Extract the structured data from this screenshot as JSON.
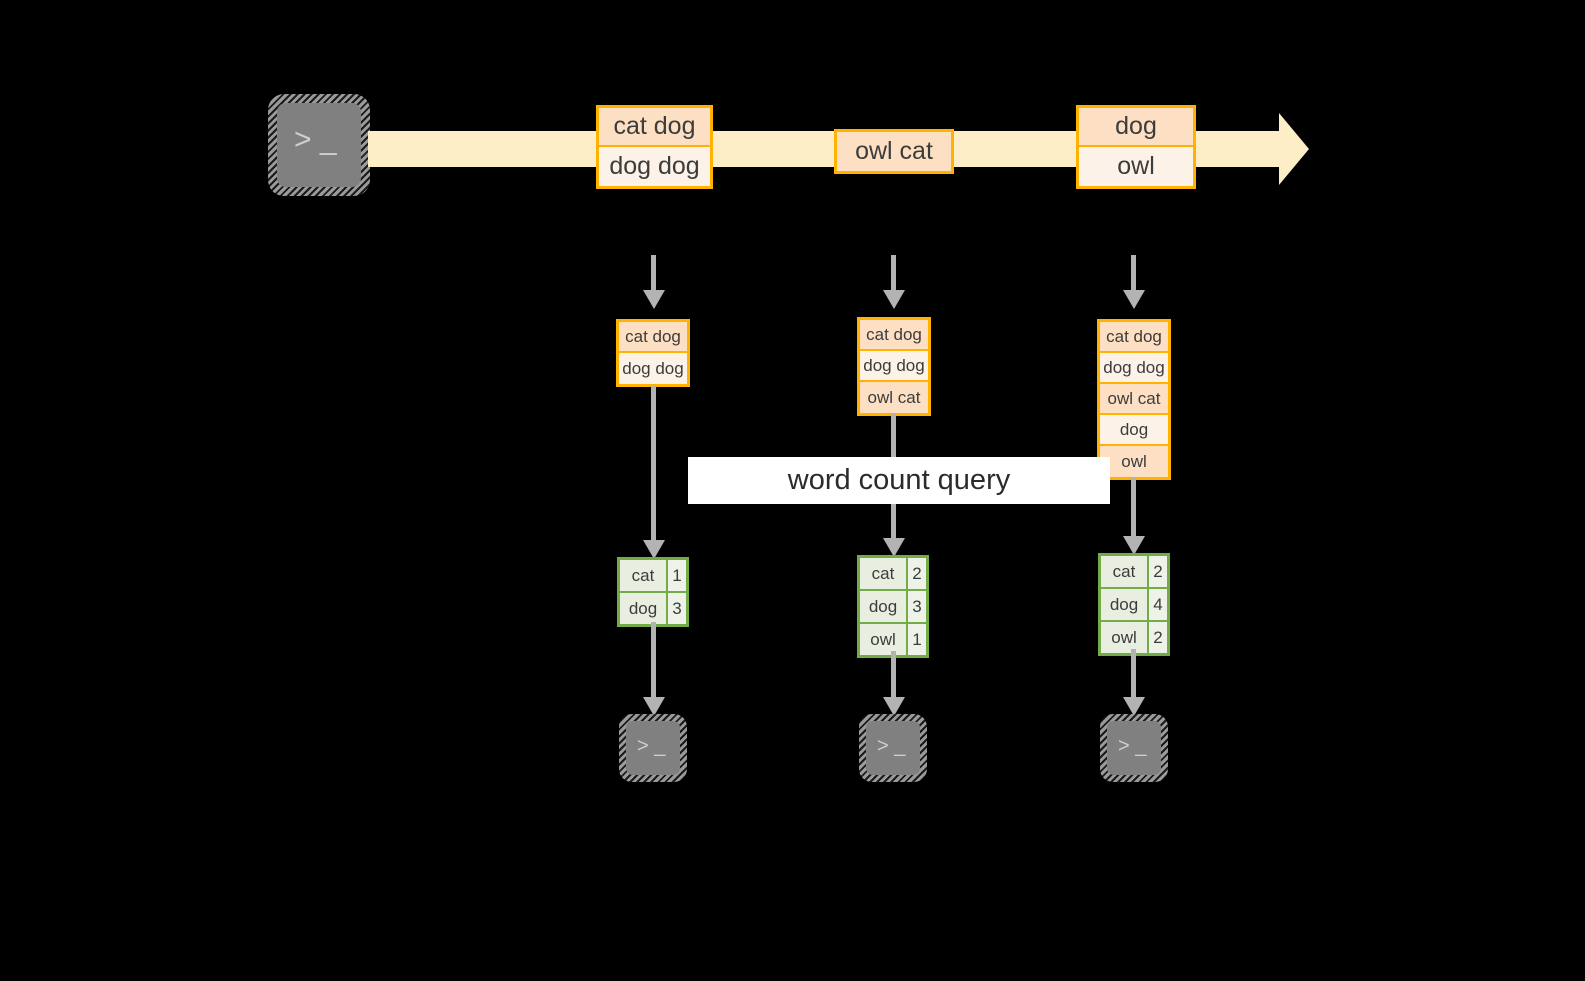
{
  "diagram": {
    "title": "word count query",
    "background_color": "#000000",
    "accent_orange": "#ffb300",
    "accent_green": "#74ab49",
    "arrow_gray": "#b3b3b3",
    "timeline_fill": "#fdeec8"
  },
  "source": {
    "icon": "terminal-icon",
    "prompt": "> _"
  },
  "timeline": {
    "icon": "arrow-right-icon",
    "events": [
      {
        "lines": [
          "cat dog",
          "dog dog"
        ]
      },
      {
        "lines": [
          "owl cat"
        ]
      },
      {
        "lines": [
          "dog",
          "owl"
        ]
      }
    ]
  },
  "triggers": [
    {
      "state": {
        "rows": [
          "cat dog",
          "dog dog"
        ]
      },
      "result": {
        "rows": [
          {
            "word": "cat",
            "count": "1"
          },
          {
            "word": "dog",
            "count": "3"
          }
        ]
      },
      "sink": {
        "icon": "terminal-icon",
        "prompt": "> _"
      }
    },
    {
      "state": {
        "rows": [
          "cat dog",
          "dog dog",
          "owl cat"
        ]
      },
      "result": {
        "rows": [
          {
            "word": "cat",
            "count": "2"
          },
          {
            "word": "dog",
            "count": "3"
          },
          {
            "word": "owl",
            "count": "1"
          }
        ]
      },
      "sink": {
        "icon": "terminal-icon",
        "prompt": "> _"
      }
    },
    {
      "state": {
        "rows": [
          "cat dog",
          "dog dog",
          "owl cat",
          "dog",
          "owl"
        ]
      },
      "result": {
        "rows": [
          {
            "word": "cat",
            "count": "2"
          },
          {
            "word": "dog",
            "count": "4"
          },
          {
            "word": "owl",
            "count": "2"
          }
        ]
      },
      "sink": {
        "icon": "terminal-icon",
        "prompt": "> _"
      }
    }
  ]
}
